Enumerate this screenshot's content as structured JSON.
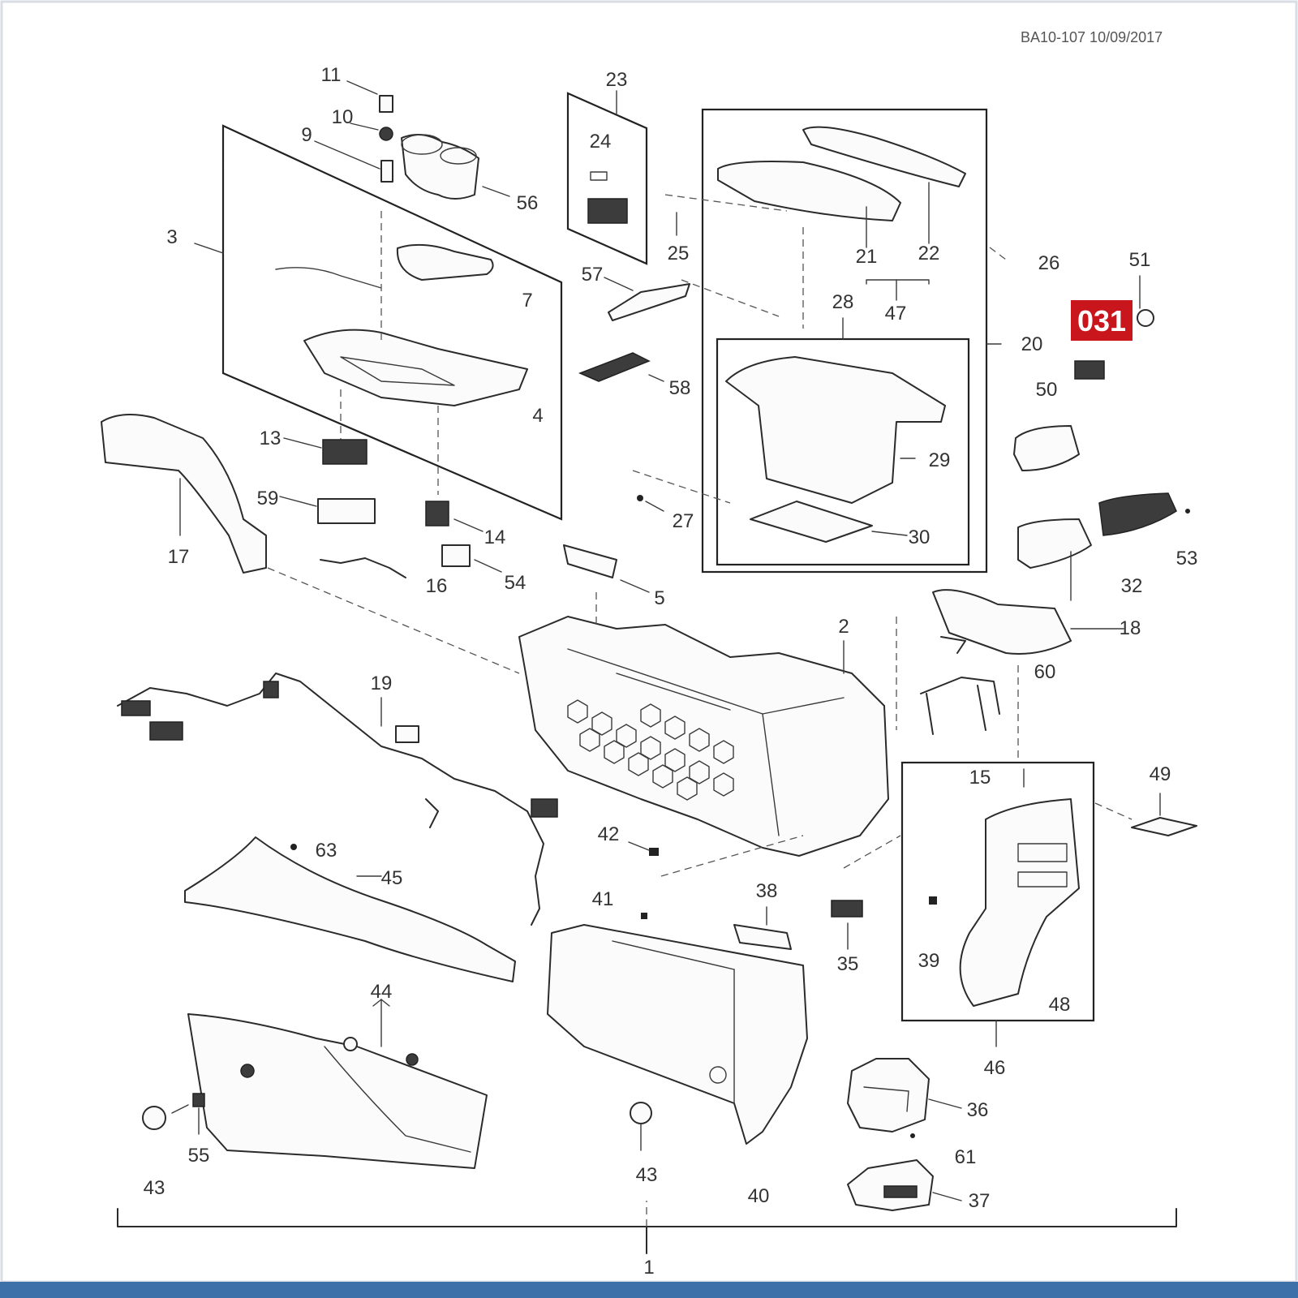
{
  "diagram": {
    "reference": "BA10-107 10/09/2017",
    "highlight": {
      "label": "031",
      "color": "#c8161c"
    },
    "callouts": {
      "c1": "1",
      "c2": "2",
      "c3": "3",
      "c4": "4",
      "c5": "5",
      "c7": "7",
      "c9": "9",
      "c10": "10",
      "c11": "11",
      "c13": "13",
      "c14": "14",
      "c15": "15",
      "c16": "16",
      "c17": "17",
      "c18": "18",
      "c19": "19",
      "c20": "20",
      "c21": "21",
      "c22": "22",
      "c23": "23",
      "c24": "24",
      "c25": "25",
      "c26": "26",
      "c27": "27",
      "c28": "28",
      "c29": "29",
      "c30": "30",
      "c32": "32",
      "c35": "35",
      "c36": "36",
      "c37": "37",
      "c38": "38",
      "c39": "39",
      "c40": "40",
      "c41": "41",
      "c42": "42",
      "c43a": "43",
      "c43b": "43",
      "c44": "44",
      "c45": "45",
      "c46": "46",
      "c47": "47",
      "c48": "48",
      "c49": "49",
      "c50": "50",
      "c51": "51",
      "c53": "53",
      "c54": "54",
      "c55": "55",
      "c56": "56",
      "c57": "57",
      "c58": "58",
      "c59": "59",
      "c60": "60",
      "c61": "61",
      "c63": "63"
    }
  }
}
